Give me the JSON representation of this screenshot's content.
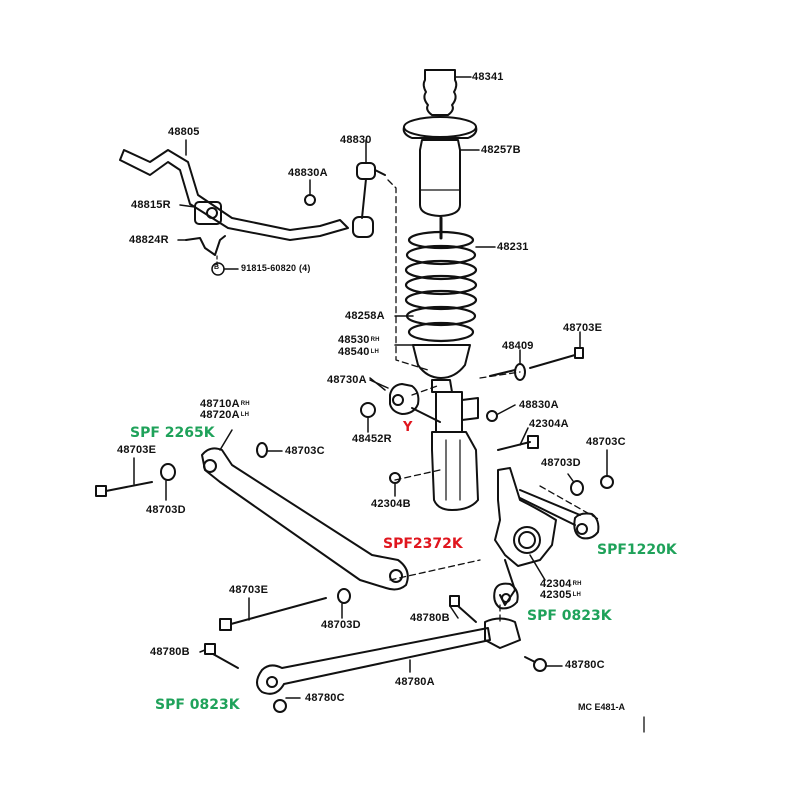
{
  "diagram": {
    "title_code": "MC E481-A",
    "marker": "Y",
    "colors": {
      "spf_green": "#1fa25a",
      "spf_red": "#e0161e",
      "line": "#111111"
    },
    "part_labels": [
      {
        "id": "48341",
        "text": "48341"
      },
      {
        "id": "48257B",
        "text": "48257B"
      },
      {
        "id": "48231",
        "text": "48231"
      },
      {
        "id": "48258A",
        "text": "48258A"
      },
      {
        "id": "48530",
        "text": "48530",
        "sub": "RH"
      },
      {
        "id": "48540",
        "text": "48540",
        "sub": "LH"
      },
      {
        "id": "48409",
        "text": "48409"
      },
      {
        "id": "48703E-top",
        "text": "48703E"
      },
      {
        "id": "48730A",
        "text": "48730A"
      },
      {
        "id": "48830A-right",
        "text": "48830A"
      },
      {
        "id": "48452R",
        "text": "48452R"
      },
      {
        "id": "42304A",
        "text": "42304A"
      },
      {
        "id": "48703C-right",
        "text": "48703C"
      },
      {
        "id": "48703D-right",
        "text": "48703D"
      },
      {
        "id": "42304B",
        "text": "42304B"
      },
      {
        "id": "42304",
        "text": "42304",
        "sub": "RH"
      },
      {
        "id": "42305",
        "text": "42305",
        "sub": "LH"
      },
      {
        "id": "48805",
        "text": "48805"
      },
      {
        "id": "48830",
        "text": "48830"
      },
      {
        "id": "48830A-left",
        "text": "48830A"
      },
      {
        "id": "48815R",
        "text": "48815R"
      },
      {
        "id": "48824R",
        "text": "48824R"
      },
      {
        "id": "91815-60820",
        "text": "91815-60820 (4)",
        "badge": "B"
      },
      {
        "id": "48710A",
        "text": "48710A",
        "sub": "RH"
      },
      {
        "id": "48720A",
        "text": "48720A",
        "sub": "LH"
      },
      {
        "id": "48703C-left",
        "text": "48703C"
      },
      {
        "id": "48703E-left",
        "text": "48703E"
      },
      {
        "id": "48703D-left",
        "text": "48703D"
      },
      {
        "id": "48703E-bottom",
        "text": "48703E"
      },
      {
        "id": "48703D-bottom",
        "text": "48703D"
      },
      {
        "id": "48780B-mid",
        "text": "48780B"
      },
      {
        "id": "48780B-left",
        "text": "48780B"
      },
      {
        "id": "48780A",
        "text": "48780A"
      },
      {
        "id": "48780C-left",
        "text": "48780C"
      },
      {
        "id": "48780C-right",
        "text": "48780C"
      }
    ],
    "spf_labels": [
      {
        "id": "spf-2265k",
        "text": "SPF 2265K",
        "color": "green"
      },
      {
        "id": "spf-2372k",
        "text": "SPF2372K",
        "color": "red"
      },
      {
        "id": "spf-1220k",
        "text": "SPF1220K",
        "color": "green"
      },
      {
        "id": "spf-0823k-right",
        "text": "SPF 0823K",
        "color": "green"
      },
      {
        "id": "spf-0823k-left",
        "text": "SPF 0823K",
        "color": "green"
      }
    ]
  }
}
